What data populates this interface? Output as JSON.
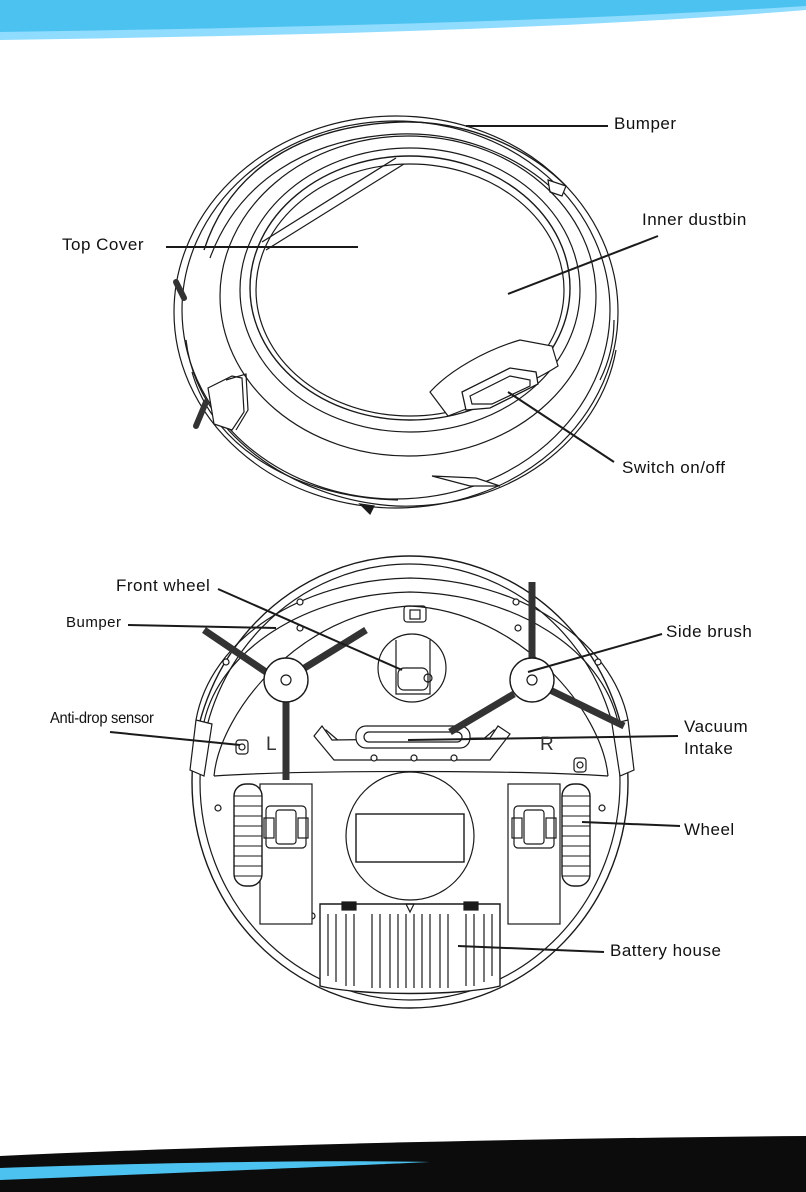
{
  "colors": {
    "line": "#1a1a1a",
    "brush": "#333333",
    "header_light": "#8fdcff",
    "header_main": "#4cc2f0",
    "footer_dark": "#0c0c0c",
    "footer_accent": "#4cc2f0"
  },
  "top_view": {
    "labels": {
      "bumper": "Bumper",
      "inner_dustbin": "Inner dustbin",
      "top_cover": "Top Cover",
      "switch": "Switch on/off"
    }
  },
  "bottom_view": {
    "labels": {
      "front_wheel": "Front wheel",
      "bumper": "Bumper",
      "side_brush": "Side brush",
      "anti_drop_sensor": "Anti-drop sensor",
      "vacuum_intake_line1": "Vacuum",
      "vacuum_intake_line2": "Intake",
      "wheel": "Wheel",
      "battery_house": "Battery house"
    },
    "side_marks": {
      "left": "L",
      "right": "R"
    }
  }
}
